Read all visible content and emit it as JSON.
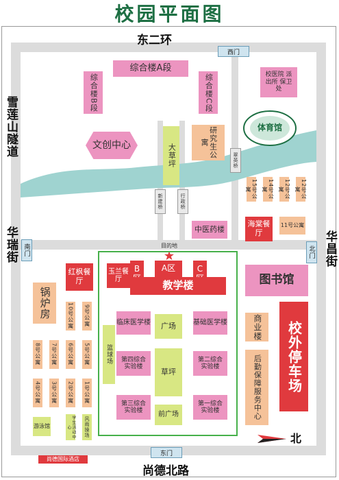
{
  "title": "校园平面图",
  "roads": {
    "north": "东二环",
    "south": "尚德北路",
    "west_upper": "雪莲山隧道",
    "west_lower": "华瑞街",
    "east": "华昌街"
  },
  "gates": {
    "west_gate": "西门",
    "south_gate": "南门",
    "north_gate": "北门",
    "east_gate": "东门"
  },
  "bridges": {
    "b1": "新建桥",
    "b2": "行政桥",
    "b3": "翠英桥"
  },
  "buildings": {
    "zonghe_a": "综合楼A段",
    "zonghe_b": "综合楼B段",
    "zonghe_c": "综合楼C段",
    "xiaoyiyuan": "校医院 派出所 保卫处",
    "wenchuang": "文创中心",
    "dacaoping": "大草坪",
    "yanjiusheng": "研究生公寓",
    "tiyuguan": "体育馆",
    "dorm15": "15号公寓",
    "dorm14": "14号公寓",
    "dorm12": "12号公寓",
    "dorm11": "11号公寓",
    "zhongyiyaolou": "中医药楼",
    "haitang": "海棠餐厅",
    "mudidi": "目的地",
    "hongfeng": "红枫餐厅",
    "yulan": "玉兰餐厅",
    "b_qu": "B区",
    "a_qu": "A区",
    "c_qu": "C区",
    "jiaoxuelou": "教学楼",
    "tushuguan": "图书馆",
    "guolufang": "锅炉房",
    "dorm10": "10号公寓",
    "dorm9": "9号公寓",
    "linchuang": "临床医学楼",
    "guangchang": "广场",
    "jichu": "基础医学楼",
    "shangyelou": "商业楼",
    "xiaowai": "校外停车场",
    "dorm8": "8号公寓",
    "dorm7": "7号公寓",
    "dorm6": "6号公寓",
    "dorm5": "5号公寓",
    "lanqiuchang": "篮球场",
    "disi": "第四综合实验楼",
    "caoping": "草坪",
    "dier": "第二综合实验楼",
    "houqin": "后勤保障服务中心",
    "dorm4": "4号公寓",
    "dorm3": "3号公寓",
    "dorm2": "2号公寓",
    "dorm1": "1号公寓",
    "disan": "第三综合实验楼",
    "diyi": "第一综合实验楼",
    "qianguangchang": "前广场",
    "youyongguan": "游泳馆",
    "xuesheng": "学生活动中心",
    "fengyu": "风雨操场",
    "jiudian": "尚德国际酒店"
  },
  "compass": "北",
  "colors": {
    "pink": "#ec94c0",
    "peach": "#f5c299",
    "red": "#e03a3e",
    "lime": "#d8e783",
    "river": "#9fd3d0",
    "route": "#e03a3e",
    "green_route": "#46b04a",
    "title": "#1d6f43"
  }
}
